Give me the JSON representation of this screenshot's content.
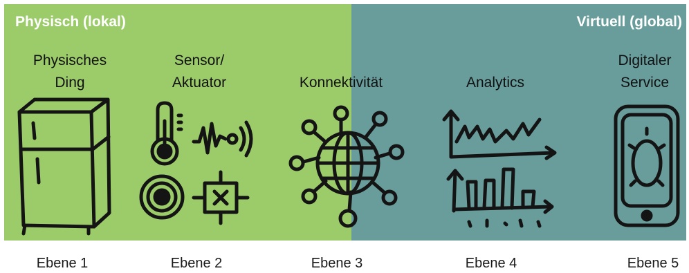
{
  "zones": {
    "left": "Physisch (lokal)",
    "right": "Virtuell (global)",
    "left_color": "#9ccb69",
    "right_color": "#689d9c"
  },
  "levels": [
    {
      "title": [
        "Physisches",
        "Ding"
      ],
      "icon": "refrigerator-icon",
      "label": "Ebene 1"
    },
    {
      "title": [
        "Sensor/",
        "Aktuator"
      ],
      "icon": "thermometer-sensor-actuator-icon",
      "label": "Ebene 2"
    },
    {
      "title": [
        "Konnektivität"
      ],
      "icon": "connected-globe-icon",
      "label": "Ebene 3"
    },
    {
      "title": [
        "Analytics"
      ],
      "icon": "analytics-chart-icon",
      "label": "Ebene 4"
    },
    {
      "title": [
        "Digitaler",
        "Service"
      ],
      "icon": "smartphone-icon",
      "label": "Ebene 5"
    }
  ]
}
